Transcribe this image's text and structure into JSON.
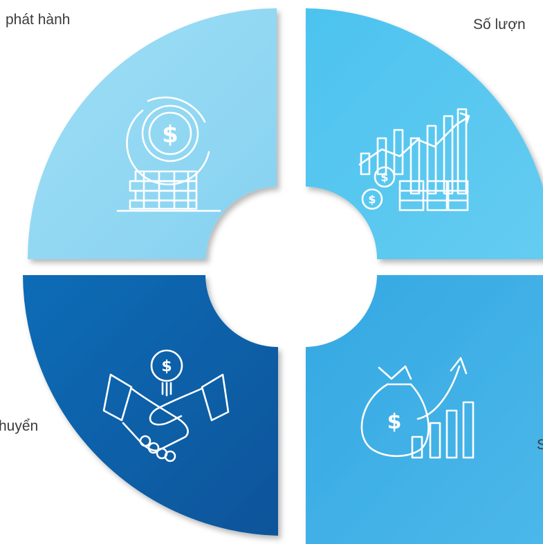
{
  "labels": {
    "top_left": "phát hành",
    "top_right": "Số lượn",
    "bottom_left": "huyển",
    "bottom_right": "S"
  },
  "icons": {
    "top_left": "coin-stack-icon",
    "top_right": "growth-bar-chart-icon",
    "bottom_left": "handshake-deal-icon",
    "bottom_right": "money-bag-growth-icon"
  },
  "colors": {
    "top_left": "#92d8f3",
    "top_right": "#57c7f0",
    "bottom_left": "#0b5fa8",
    "bottom_right": "#3fb1e6",
    "icon_stroke": "#ffffff",
    "label_text": "#3a3a3a"
  },
  "symbols": {
    "currency": "$"
  }
}
